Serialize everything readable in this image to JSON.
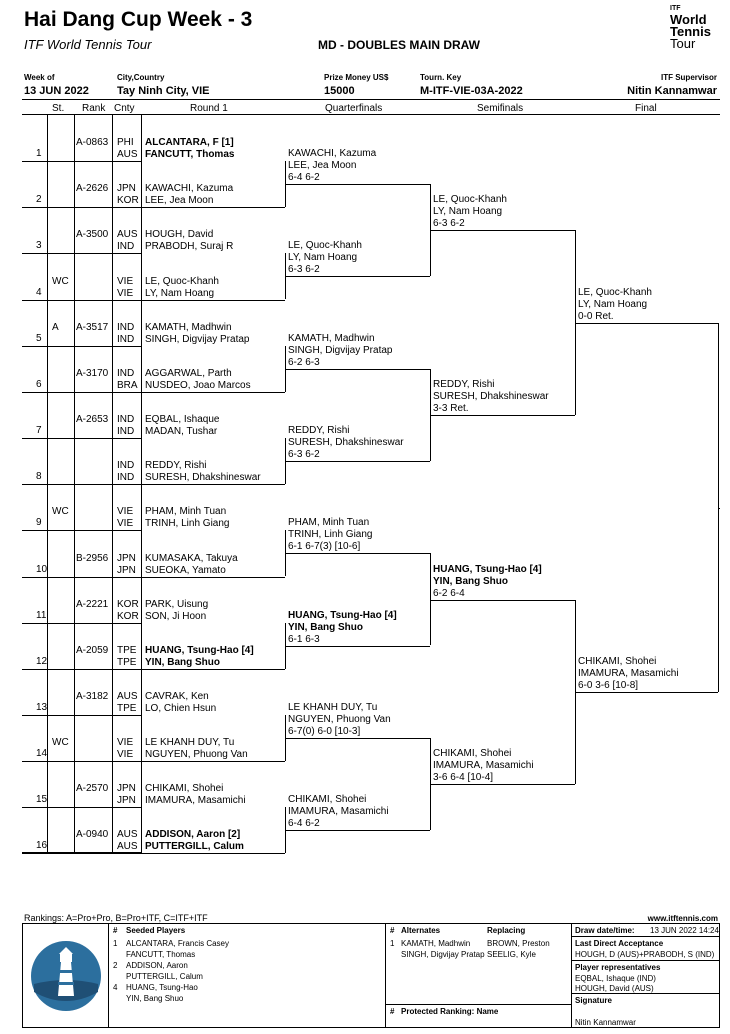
{
  "header": {
    "title": "Hai Dang Cup Week - 3",
    "subtitle": "ITF World Tennis Tour",
    "draw_name": "MD - DOUBLES MAIN DRAW",
    "logo": {
      "itf": "ITF",
      "line1": "World",
      "line2": "Tennis",
      "line3": "Tour"
    },
    "week_label": "Week of",
    "week_value": "13 JUN 2022",
    "city_label": "City,Country",
    "city_value": "Tay Ninh City, VIE",
    "prize_label": "Prize Money US$",
    "prize_value": "15000",
    "key_label": "Tourn. Key",
    "key_value": "M-ITF-VIE-03A-2022",
    "supervisor_label": "ITF Supervisor",
    "supervisor_value": "Nitin Kannamwar"
  },
  "columns": {
    "st": "St.",
    "rank": "Rank",
    "cnty": "Cnty",
    "r1": "Round 1",
    "qf": "Quarterfinals",
    "sf": "Semifinals",
    "final": "Final"
  },
  "entries": [
    {
      "num": "1",
      "st": "",
      "rank": "A-0863",
      "c1": "PHI",
      "p1": "ALCANTARA, F [1]",
      "c2": "AUS",
      "p2": "FANCUTT, Thomas",
      "bold": true
    },
    {
      "num": "2",
      "st": "",
      "rank": "A-2626",
      "c1": "JPN",
      "p1": "KAWACHI, Kazuma",
      "c2": "KOR",
      "p2": "LEE, Jea Moon",
      "bold": false
    },
    {
      "num": "3",
      "st": "",
      "rank": "A-3500",
      "c1": "AUS",
      "p1": "HOUGH, David",
      "c2": "IND",
      "p2": "PRABODH, Suraj R",
      "bold": false
    },
    {
      "num": "4",
      "st": "WC",
      "rank": "",
      "c1": "VIE",
      "p1": "LE, Quoc-Khanh",
      "c2": "VIE",
      "p2": "LY, Nam Hoang",
      "bold": false
    },
    {
      "num": "5",
      "st": "A",
      "rank": "A-3517",
      "c1": "IND",
      "p1": "KAMATH, Madhwin",
      "c2": "IND",
      "p2": "SINGH, Digvijay Pratap",
      "bold": false
    },
    {
      "num": "6",
      "st": "",
      "rank": "A-3170",
      "c1": "IND",
      "p1": "AGGARWAL, Parth",
      "c2": "BRA",
      "p2": "NUSDEO, Joao Marcos",
      "bold": false
    },
    {
      "num": "7",
      "st": "",
      "rank": "A-2653",
      "c1": "IND",
      "p1": "EQBAL, Ishaque",
      "c2": "IND",
      "p2": "MADAN, Tushar",
      "bold": false
    },
    {
      "num": "8",
      "st": "",
      "rank": "",
      "c1": "IND",
      "p1": "REDDY, Rishi",
      "c2": "IND",
      "p2": "SURESH, Dhakshineswar",
      "bold": false
    },
    {
      "num": "9",
      "st": "WC",
      "rank": "",
      "c1": "VIE",
      "p1": "PHAM, Minh Tuan",
      "c2": "VIE",
      "p2": "TRINH, Linh Giang",
      "bold": false
    },
    {
      "num": "10",
      "st": "",
      "rank": "B-2956",
      "c1": "JPN",
      "p1": "KUMASAKA, Takuya",
      "c2": "JPN",
      "p2": "SUEOKA, Yamato",
      "bold": false
    },
    {
      "num": "11",
      "st": "",
      "rank": "A-2221",
      "c1": "KOR",
      "p1": "PARK, Uisung",
      "c2": "KOR",
      "p2": "SON, Ji Hoon",
      "bold": false
    },
    {
      "num": "12",
      "st": "",
      "rank": "A-2059",
      "c1": "TPE",
      "p1": "HUANG, Tsung-Hao [4]",
      "c2": "TPE",
      "p2": "YIN, Bang Shuo",
      "bold": true
    },
    {
      "num": "13",
      "st": "",
      "rank": "A-3182",
      "c1": "AUS",
      "p1": "CAVRAK, Ken",
      "c2": "TPE",
      "p2": "LO, Chien Hsun",
      "bold": false
    },
    {
      "num": "14",
      "st": "WC",
      "rank": "",
      "c1": "VIE",
      "p1": "LE KHANH DUY, Tu",
      "c2": "VIE",
      "p2": "NGUYEN, Phuong Van",
      "bold": false
    },
    {
      "num": "15",
      "st": "",
      "rank": "A-2570",
      "c1": "JPN",
      "p1": "CHIKAMI, Shohei",
      "c2": "JPN",
      "p2": "IMAMURA, Masamichi",
      "bold": false
    },
    {
      "num": "16",
      "st": "",
      "rank": "A-0940",
      "c1": "AUS",
      "p1": "ADDISON, Aaron [2]",
      "c2": "AUS",
      "p2": "PUTTERGILL, Calum",
      "bold": true
    }
  ],
  "quarterfinals": [
    {
      "p1": "KAWACHI, Kazuma",
      "p2": "LEE, Jea Moon",
      "score": "6-4 6-2",
      "bold": false
    },
    {
      "p1": "LE, Quoc-Khanh",
      "p2": "LY, Nam Hoang",
      "score": "6-3 6-2",
      "bold": false
    },
    {
      "p1": "KAMATH, Madhwin",
      "p2": "SINGH, Digvijay Pratap",
      "score": "6-2 6-3",
      "bold": false
    },
    {
      "p1": "REDDY, Rishi",
      "p2": "SURESH, Dhakshineswar",
      "score": "6-3 6-2",
      "bold": false
    },
    {
      "p1": "PHAM, Minh Tuan",
      "p2": "TRINH, Linh Giang",
      "score": "6-1 6-7(3) [10-6]",
      "bold": false
    },
    {
      "p1": "HUANG, Tsung-Hao [4]",
      "p2": "YIN, Bang Shuo",
      "score": "6-1 6-3",
      "bold": true
    },
    {
      "p1": "LE KHANH DUY, Tu",
      "p2": "NGUYEN, Phuong Van",
      "score": "6-7(0) 6-0 [10-3]",
      "bold": false
    },
    {
      "p1": "CHIKAMI, Shohei",
      "p2": "IMAMURA, Masamichi",
      "score": "6-4 6-2",
      "bold": false
    }
  ],
  "semifinals": [
    {
      "p1": "LE, Quoc-Khanh",
      "p2": "LY, Nam Hoang",
      "score": "6-3 6-2",
      "bold": false
    },
    {
      "p1": "REDDY, Rishi",
      "p2": "SURESH, Dhakshineswar",
      "score": "3-3 Ret.",
      "bold": false
    },
    {
      "p1": "HUANG, Tsung-Hao [4]",
      "p2": "YIN, Bang Shuo",
      "score": "6-2 6-4",
      "bold": true
    },
    {
      "p1": "CHIKAMI, Shohei",
      "p2": "IMAMURA, Masamichi",
      "score": "3-6 6-4 [10-4]",
      "bold": false
    }
  ],
  "finals": [
    {
      "p1": "LE, Quoc-Khanh",
      "p2": "LY, Nam Hoang",
      "score": "0-0 Ret."
    },
    {
      "p1": "CHIKAMI, Shohei",
      "p2": "IMAMURA, Masamichi",
      "score": "6-0 3-6 [10-8]"
    }
  ],
  "footer": {
    "rankings": "Rankings: A=Pro+Pro, B=Pro+ITF, C=ITF+ITF",
    "website": "www.itftennis.com",
    "seeded_title": "Seeded Players",
    "seeded_hash": "#",
    "seeded": [
      {
        "n": "1",
        "a": "ALCANTARA, Francis Casey",
        "b": "FANCUTT, Thomas"
      },
      {
        "n": "2",
        "a": "ADDISON, Aaron",
        "b": "PUTTERGILL, Calum"
      },
      {
        "n": "4",
        "a": "HUANG, Tsung-Hao",
        "b": "YIN, Bang Shuo"
      }
    ],
    "alternates_title": "Alternates",
    "alternates_hash": "#",
    "replacing_title": "Replacing",
    "alternates": [
      {
        "n": "1",
        "a": "KAMATH, Madhwin",
        "b": "SINGH, Digvijay Pratap",
        "ra": "BROWN, Preston",
        "rb": "SEELIG, Kyle"
      }
    ],
    "protected_title": "Protected Ranking: Name",
    "protected_hash": "#",
    "draw_date_label": "Draw date/time:",
    "draw_date_value": "13 JUN 2022 14:24",
    "lda_label": "Last Direct Acceptance",
    "lda_value": "HOUGH, D (AUS)+PRABODH, S (IND)",
    "reps_label": "Player representatives",
    "rep1": "EQBAL, Ishaque (IND)",
    "rep2": "HOUGH, David (AUS)",
    "signature_label": "Signature",
    "signature_value": "Nitin Kannamwar"
  }
}
